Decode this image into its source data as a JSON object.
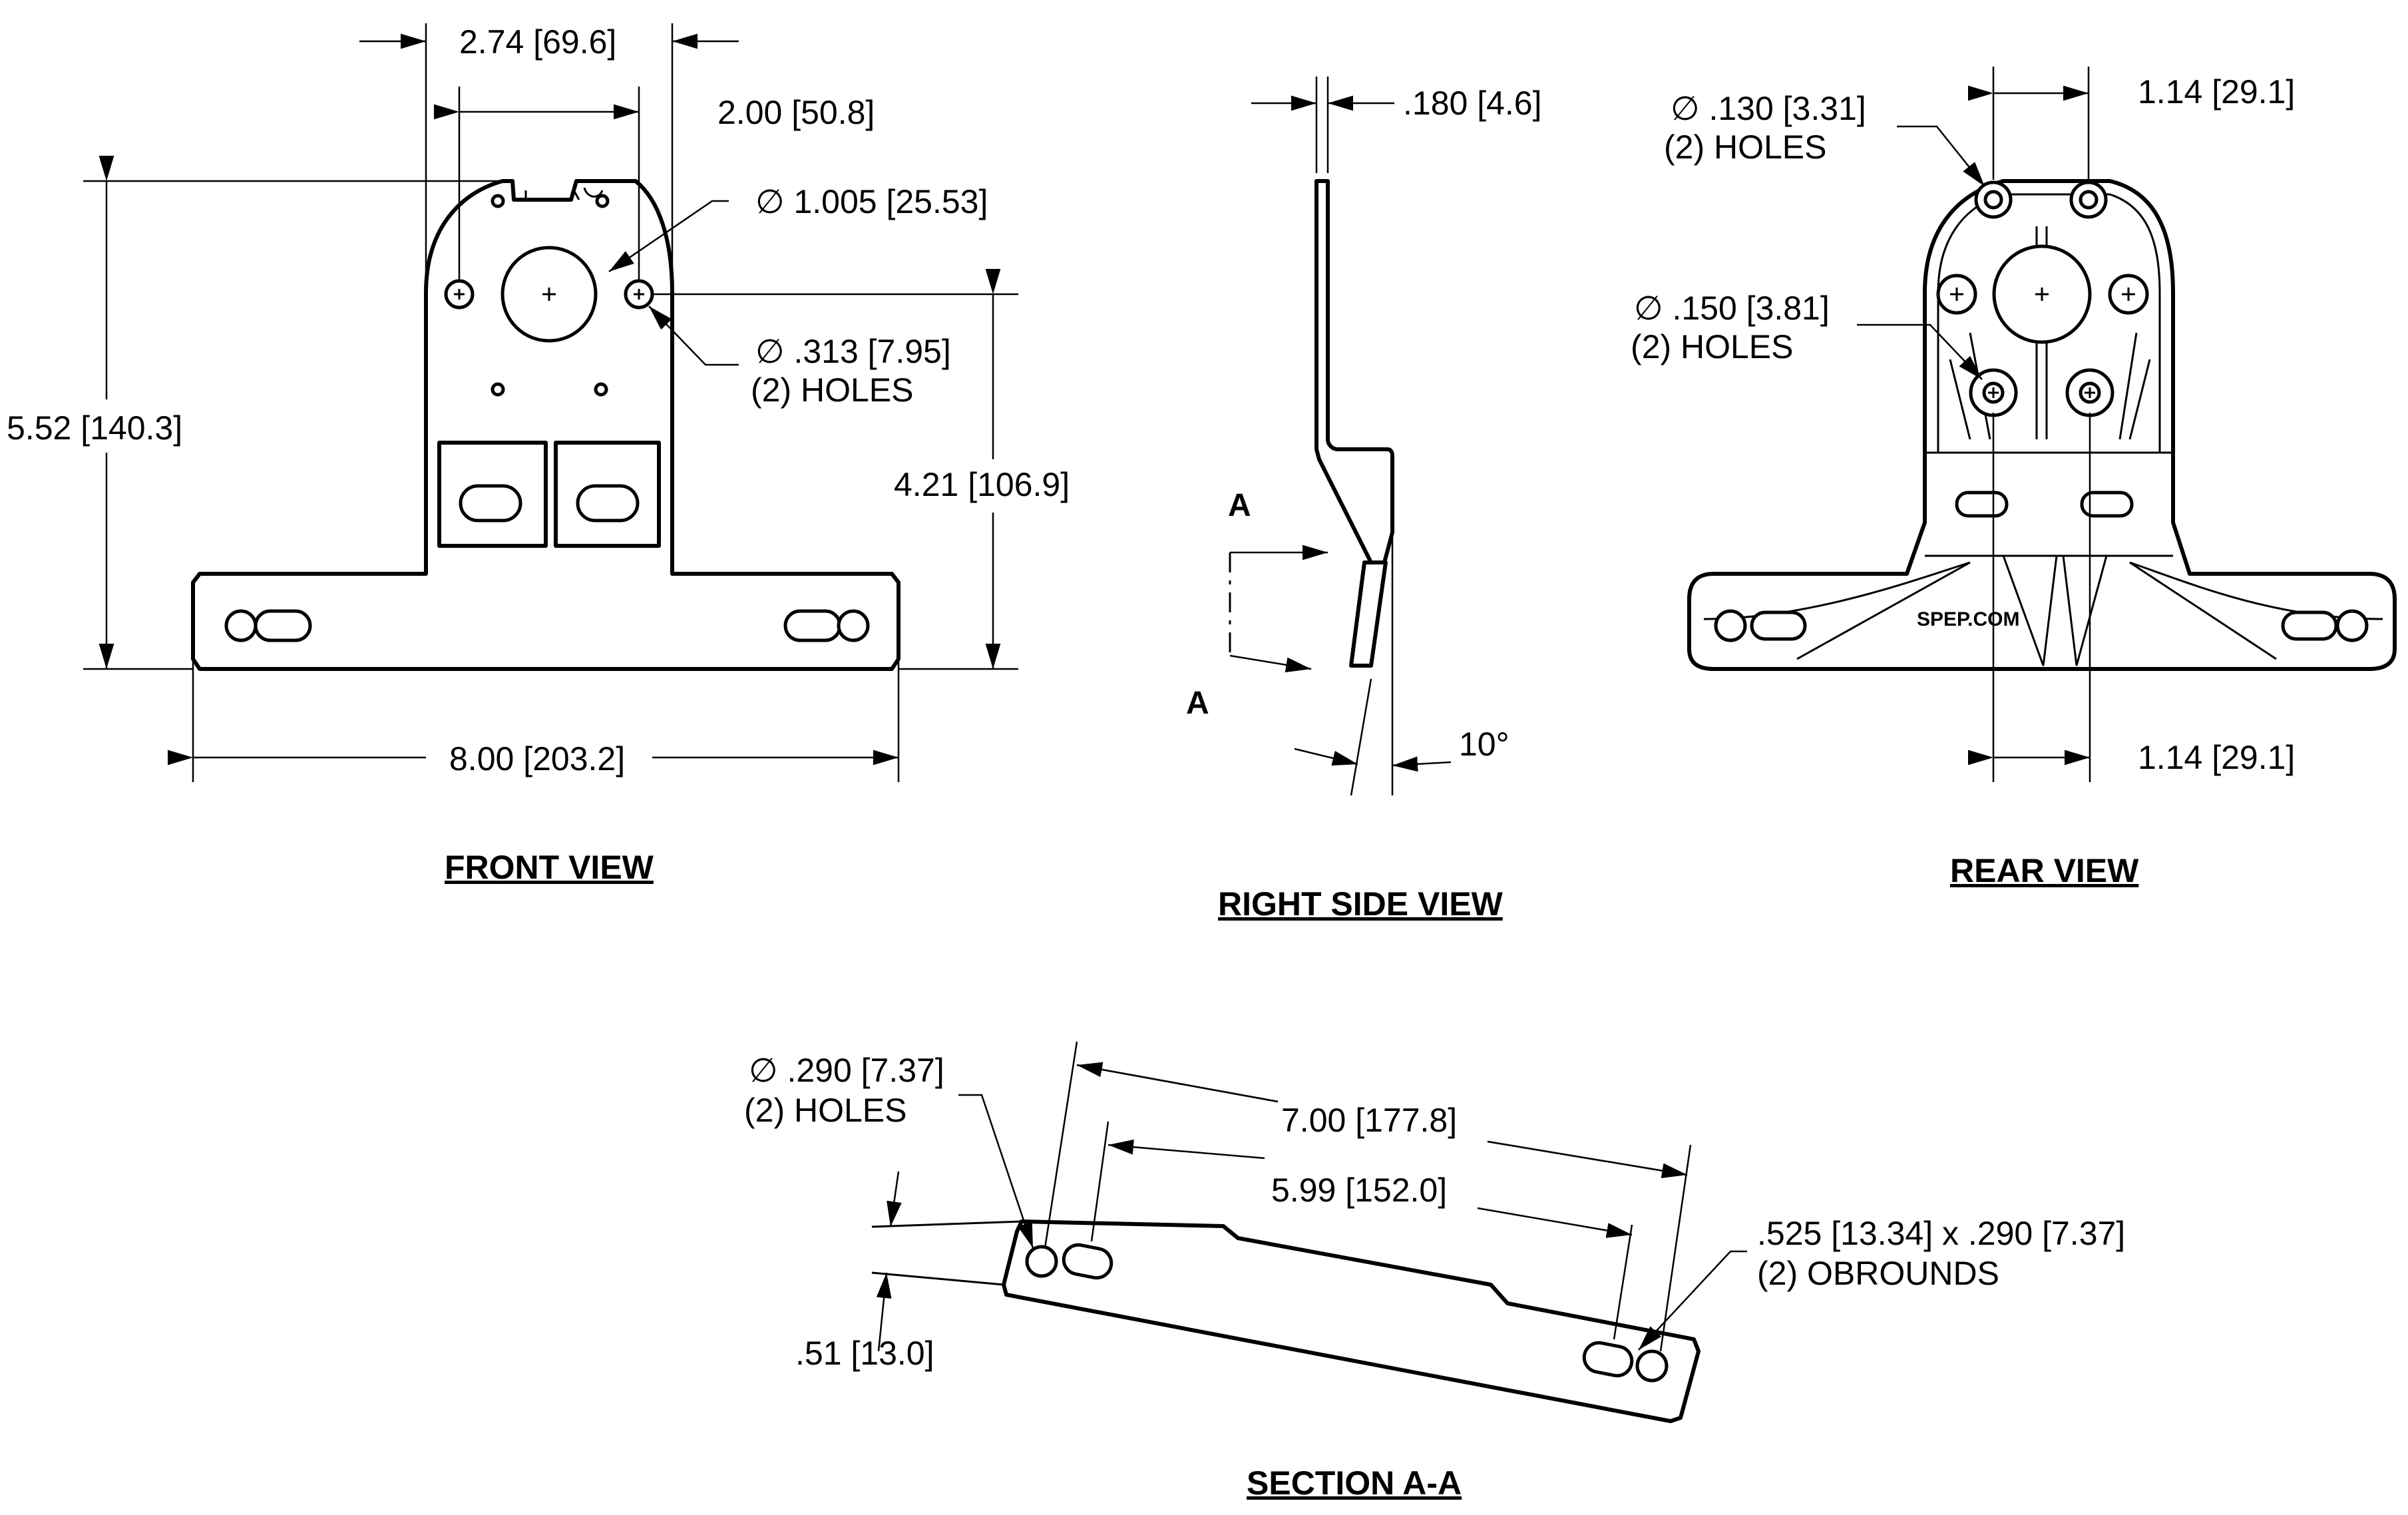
{
  "views": {
    "front": {
      "title": "FRONT VIEW",
      "dim_width_top": "2.74 [69.6]",
      "dim_hole_spacing": "2.00 [50.8]",
      "dim_center_hole": "∅ 1.005 [25.53]",
      "dim_small_holes_1": "∅ .313 [7.95]",
      "dim_small_holes_2": "(2) HOLES",
      "dim_total_height": "5.52 [140.3]",
      "dim_hole_height": "4.21 [106.9]",
      "dim_total_width": "8.00 [203.2]"
    },
    "side": {
      "title": "RIGHT SIDE VIEW",
      "dim_thickness": ".180 [4.6]",
      "section_label_top": "A",
      "section_label_bottom": "A",
      "dim_angle": "10°"
    },
    "rear": {
      "title": "REAR VIEW",
      "dim_top_holes_1": "∅ .130 [3.31]",
      "dim_top_holes_2": "(2) HOLES",
      "dim_top_spacing": "1.14 [29.1]",
      "dim_mid_holes_1": "∅ .150 [3.81]",
      "dim_mid_holes_2": "(2) HOLES",
      "dim_bottom_spacing": "1.14 [29.1]",
      "logo_text": "SPEP.COM"
    },
    "section": {
      "title": "SECTION A-A",
      "dim_holes_1": "∅ .290 [7.37]",
      "dim_holes_2": "(2) HOLES",
      "dim_outer": "7.00 [177.8]",
      "dim_inner": "5.99 [152.0]",
      "dim_obround_1": ".525 [13.34] x .290 [7.37]",
      "dim_obround_2": "(2) OBROUNDS",
      "dim_thickness": ".51 [13.0]"
    }
  }
}
